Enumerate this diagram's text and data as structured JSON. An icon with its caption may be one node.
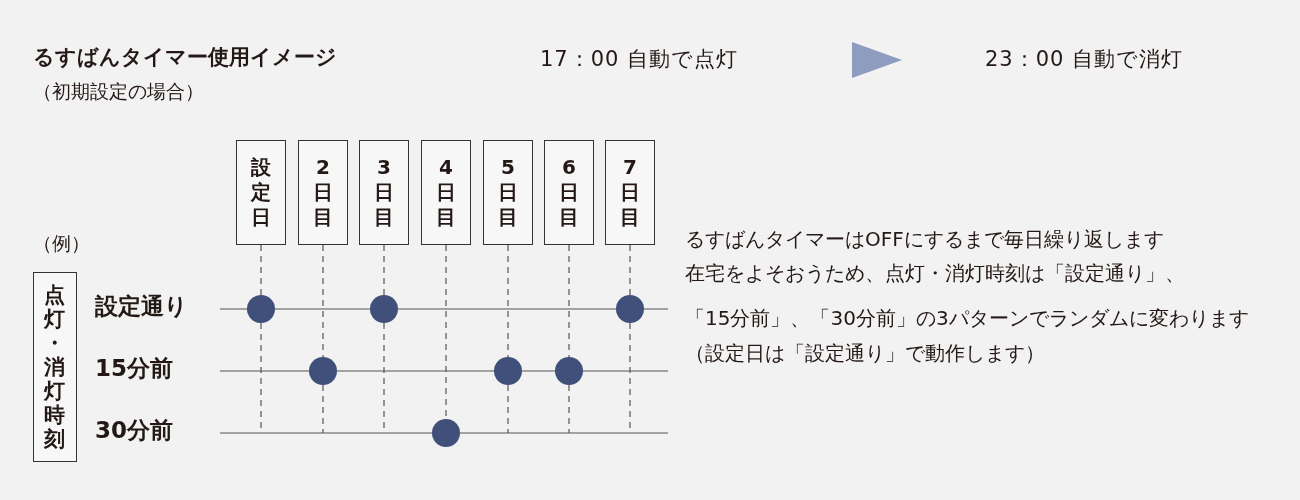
{
  "diagram": {
    "title": "るすばんタイマー使用イメージ",
    "nodes": [
      {
        "text": [
          "設定日"
        ]
      },
      {
        "text": [
          "2日目"
        ]
      },
      {
        "text": [
          "3日目"
        ]
      },
      {
        "text": [
          "4日目"
        ]
      },
      {
        "text": [
          "5日目"
        ]
      },
      {
        "text": [
          "6日目"
        ]
      },
      {
        "text": [
          "7日目"
        ]
      },
      {
        "text": [
          "点灯・消灯時刻"
        ]
      },
      {
        "text": [],
        "shape": "circle"
      },
      {
        "text": [],
        "shape": "circle"
      },
      {
        "text": [],
        "shape": "circle"
      },
      {
        "text": [],
        "shape": "circle"
      },
      {
        "text": [],
        "shape": "circle"
      },
      {
        "text": [],
        "shape": "circle"
      },
      {
        "text": [],
        "shape": "circle"
      }
    ],
    "edges": [
      {
        "from": 0,
        "to": 8,
        "arrow": "none",
        "style": "dashed"
      },
      {
        "from": 1,
        "to": 9,
        "arrow": "none",
        "style": "dashed"
      },
      {
        "from": 2,
        "to": 10,
        "arrow": "none",
        "style": "dashed"
      },
      {
        "from": 3,
        "to": 11,
        "arrow": "none",
        "style": "dashed"
      },
      {
        "from": 4,
        "to": 12,
        "arrow": "none",
        "style": "dashed"
      },
      {
        "from": 5,
        "to": 13,
        "arrow": "none",
        "style": "dashed"
      },
      {
        "from": 6,
        "to": 14,
        "arrow": "none",
        "style": "dashed"
      }
    ],
    "labels": [
      "17：00 自動で点灯",
      "23：00 自動で消灯",
      "（初期設定の場合）",
      "（例）",
      "設定通り",
      "15分前",
      "30分前",
      "るすばんタイマーはOFFにするまで毎日繰り返します",
      "在宅をよそおうため、点灯・消灯時刻は「設定通り」、",
      "「15分前」、「30分前」の3パターンでランダムに変わります",
      "（設定日は「設定通り」で動作します）"
    ]
  }
}
